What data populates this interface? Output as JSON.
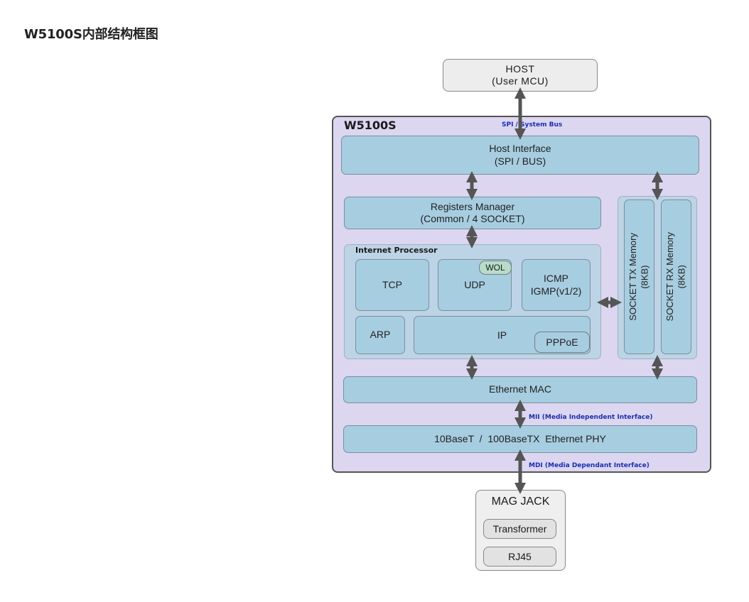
{
  "page_title": "W5100S内部结构框图",
  "diagram": {
    "host": {
      "line1": "HOST",
      "line2": "(User MCU)"
    },
    "chip_name": "W5100S",
    "bus_labels": {
      "system_bus": "SPI / System Bus",
      "mii": "MII (Media Independent Interface)",
      "mdi": "MDI (Media Dependant Interface)"
    },
    "host_interface": {
      "line1": "Host Interface",
      "line2": "(SPI / BUS)"
    },
    "registers_manager": {
      "line1": "Registers Manager",
      "line2": "(Common / 4 SOCKET)"
    },
    "internet_processor": {
      "label": "Internet Processor",
      "tcp": "TCP",
      "udp": "UDP",
      "wol": "WOL",
      "icmp": "ICMP",
      "igmp": "IGMP(v1/2)",
      "arp": "ARP",
      "ip": "IP",
      "pppoe": "PPPoE"
    },
    "socket_tx": {
      "line1": "SOCKET TX Memory",
      "line2": "(8KB)"
    },
    "socket_rx": {
      "line1": "SOCKET RX Memory",
      "line2": "(8KB)"
    },
    "ethernet_mac": "Ethernet MAC",
    "ethernet_phy": "10BaseT  /  100BaseTX  Ethernet PHY",
    "mag_jack": {
      "label": "MAG JACK",
      "transformer": "Transformer",
      "rj45": "RJ45"
    }
  },
  "colors": {
    "chip_background": "#dcd6f0",
    "block_blue": "#a7cde0",
    "group_blue": "#bdd3e6",
    "bus_text": "#1a2fb0",
    "arrow": "#555555"
  }
}
